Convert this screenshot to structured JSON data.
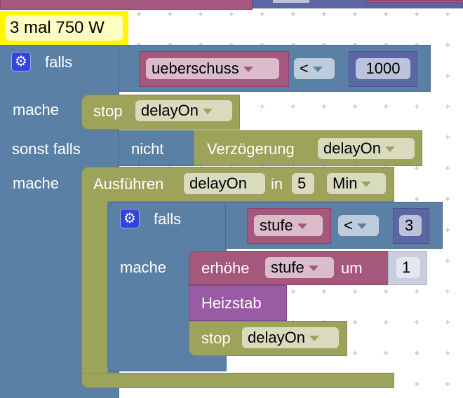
{
  "comment": {
    "text": "3 mal 750 W"
  },
  "if_block": {
    "falls_label": "falls",
    "condition": {
      "variable": "ueberschuss",
      "operator": "<",
      "value": "1000"
    },
    "mache_label": "mache",
    "then": {
      "stop_label": "stop",
      "timer": "delayOn"
    },
    "sonst_falls_label": "sonst falls",
    "elseif_condition": {
      "not_label": "nicht",
      "delay_label": "Verzögerung",
      "timer": "delayOn"
    },
    "mache2_label": "mache",
    "execute": {
      "label": "Ausführen",
      "timer": "delayOn",
      "in_label": "in",
      "amount": "5",
      "unit": "Min",
      "inner_if": {
        "falls_label": "falls",
        "condition": {
          "variable": "stufe",
          "operator": "<",
          "value": "3"
        },
        "mache_label": "mache",
        "increment": {
          "label": "erhöhe",
          "variable": "stufe",
          "by_label": "um",
          "value": "1"
        },
        "heizstab_label": "Heizstab",
        "stop": {
          "label": "stop",
          "timer": "delayOn"
        }
      }
    }
  },
  "colors": {
    "logic": "#5b80a5",
    "timer": "#9ca35a",
    "variable": "#a5577e",
    "math": "#5b67a5",
    "procedure": "#9a5ba5",
    "comment": "#fff600"
  }
}
